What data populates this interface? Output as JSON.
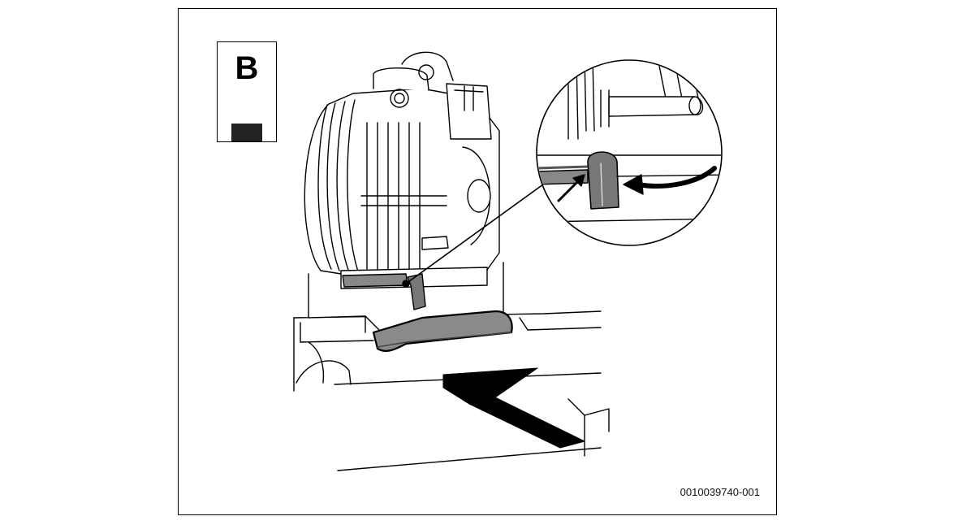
{
  "figure": {
    "label": "B",
    "doc_number": "0010039740-001",
    "colors": {
      "line": "#000000",
      "part_fill": "#ffffff",
      "dark_part": "#777777",
      "badge_block": "#222222"
    },
    "icons": [
      "pump-motor-illustration",
      "detail-magnifier",
      "rotate-arrow-icon",
      "push-arrow-icon"
    ]
  }
}
